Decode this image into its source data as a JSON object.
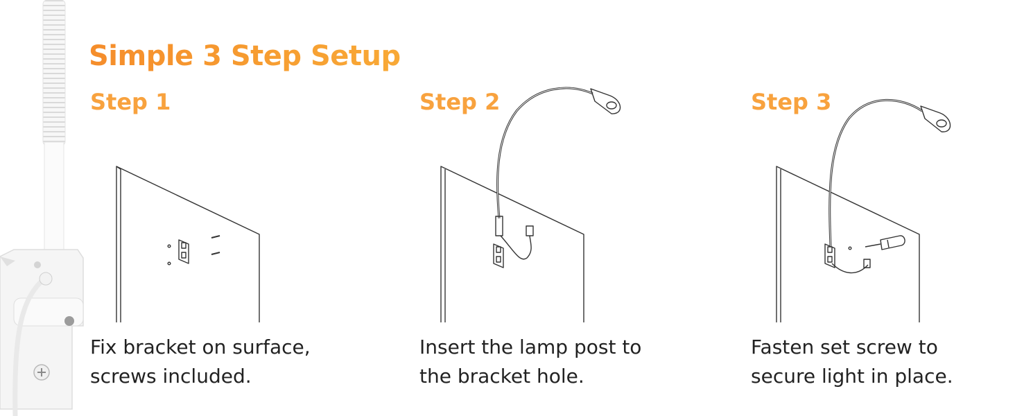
{
  "header": {
    "title": "Simple 3 Step Setup"
  },
  "steps": [
    {
      "heading": "Step 1",
      "caption_line1": "Fix bracket on surface,",
      "caption_line2": "screws included."
    },
    {
      "heading": "Step 2",
      "caption_line1": "Insert the lamp post to",
      "caption_line2": "the bracket hole."
    },
    {
      "heading": "Step 3",
      "caption_line1": "Fasten set screw to",
      "caption_line2": "secure light in place."
    }
  ],
  "colors": {
    "accent": "#f8a23e",
    "title_gradient_start": "#f58d2b",
    "title_gradient_end": "#f8a936",
    "text": "#222222",
    "line_art": "#333333"
  }
}
